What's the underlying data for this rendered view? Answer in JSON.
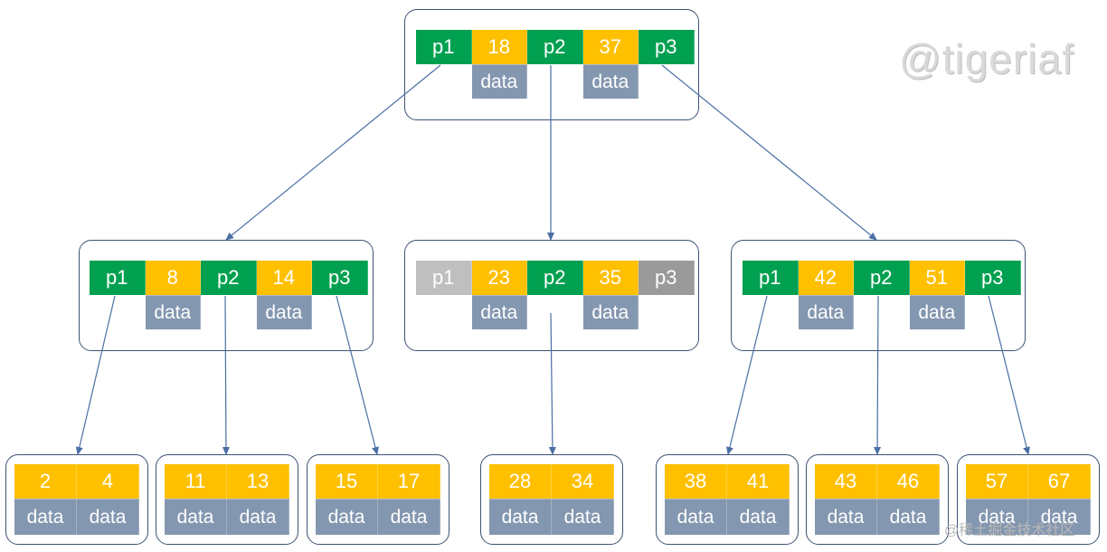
{
  "watermark": "@tigeriaf",
  "footer_mark": "@稀土掘金技术社区",
  "colors": {
    "pointer": "#00a050",
    "pointer_inactive": "#bfbfbf",
    "key": "#ffc000",
    "data": "#8497b0",
    "frame": "#3d5375",
    "edge": "#4a6fa5"
  },
  "root": {
    "pointers": [
      "p1",
      "p2",
      "p3"
    ],
    "keys": [
      "18",
      "37"
    ],
    "data": [
      "data",
      "data"
    ]
  },
  "internal": [
    {
      "pointers": [
        "p1",
        "p2",
        "p3"
      ],
      "keys": [
        "8",
        "14"
      ],
      "data": [
        "data",
        "data"
      ],
      "inactive_pointers": []
    },
    {
      "pointers": [
        "p1",
        "p2",
        "p3"
      ],
      "keys": [
        "23",
        "35"
      ],
      "data": [
        "data",
        "data"
      ],
      "inactive_pointers": [
        0,
        2
      ]
    },
    {
      "pointers": [
        "p1",
        "p2",
        "p3"
      ],
      "keys": [
        "42",
        "51"
      ],
      "data": [
        "data",
        "data"
      ],
      "inactive_pointers": []
    }
  ],
  "leaves": [
    {
      "keys": [
        "2",
        "4"
      ],
      "data": [
        "data",
        "data"
      ]
    },
    {
      "keys": [
        "11",
        "13"
      ],
      "data": [
        "data",
        "data"
      ]
    },
    {
      "keys": [
        "15",
        "17"
      ],
      "data": [
        "data",
        "data"
      ]
    },
    {
      "keys": [
        "28",
        "34"
      ],
      "data": [
        "data",
        "data"
      ]
    },
    {
      "keys": [
        "38",
        "41"
      ],
      "data": [
        "data",
        "data"
      ]
    },
    {
      "keys": [
        "43",
        "46"
      ],
      "data": [
        "data",
        "data"
      ]
    },
    {
      "keys": [
        "57",
        "67"
      ],
      "data": [
        "data",
        "data"
      ]
    }
  ]
}
